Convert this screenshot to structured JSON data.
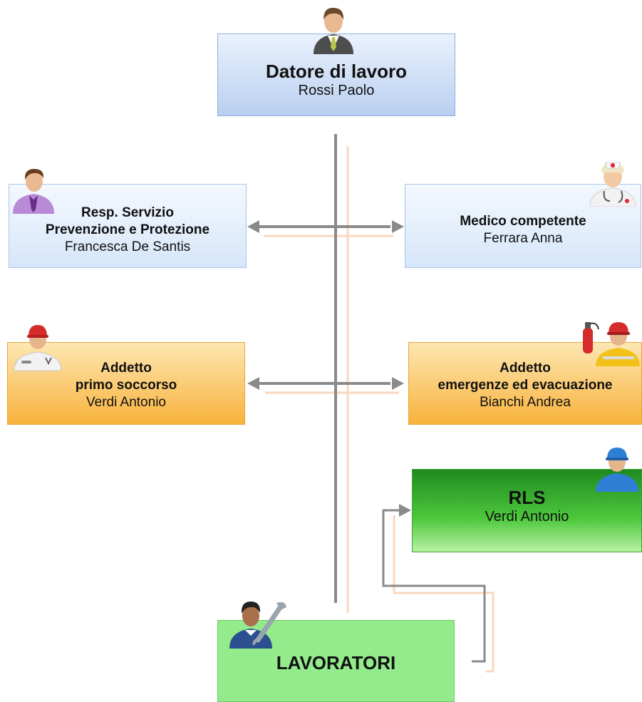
{
  "boss": {
    "role": "Datore di lavoro",
    "name": "Rossi Paolo",
    "icon": "businessman-icon"
  },
  "rspp": {
    "role_line1": "Resp. Servizio",
    "role_line2": "Prevenzione e Protezione",
    "name": "Francesca De Santis",
    "icon": "employee-purple-shirt-icon"
  },
  "medico": {
    "role": "Medico competente",
    "name": "Ferrara Anna",
    "icon": "nurse-icon"
  },
  "primo_soccorso": {
    "role_line1": "Addetto",
    "role_line2": "primo soccorso",
    "name": "Verdi Antonio",
    "icon": "first-aid-worker-icon"
  },
  "emergenze": {
    "role_line1": "Addetto",
    "role_line2": "emergenze ed evacuazione",
    "name": "Bianchi Andrea",
    "icon": "firefighter-icon"
  },
  "rls": {
    "role": "RLS",
    "name": "Verdi Antonio",
    "icon": "worker-helmet-icon"
  },
  "lavoratori": {
    "role": "LAVORATORI",
    "icon": "worker-wrench-icon"
  },
  "colors": {
    "line": "#888888",
    "shadow_line": "#f8c9a6",
    "blue_box": "#b9cff0",
    "orange_box": "#f8b23c",
    "green_box": "#2f9e2a",
    "light_green_box": "#93eb8c"
  }
}
